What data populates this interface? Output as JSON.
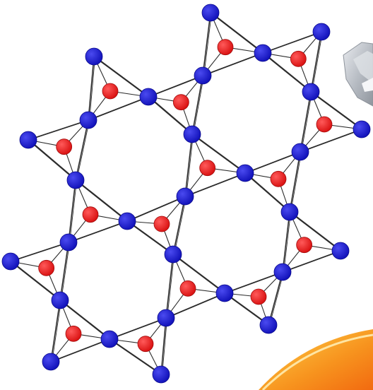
{
  "diagram": {
    "type": "kagome-lattice-of-corner-sharing-triangles",
    "colors": {
      "vertex_atom": "#1c1cd4",
      "center_atom": "#e81c1c",
      "bond": "#2b2b2b",
      "crystal_fill": "#c9cdd2",
      "crystal_edge": "#8d939b",
      "swoosh_orange": "#f7931e",
      "swoosh_yellow": "#ffd34a"
    },
    "decorations": [
      "crystal-photo-fragment",
      "orange-swoosh"
    ]
  }
}
